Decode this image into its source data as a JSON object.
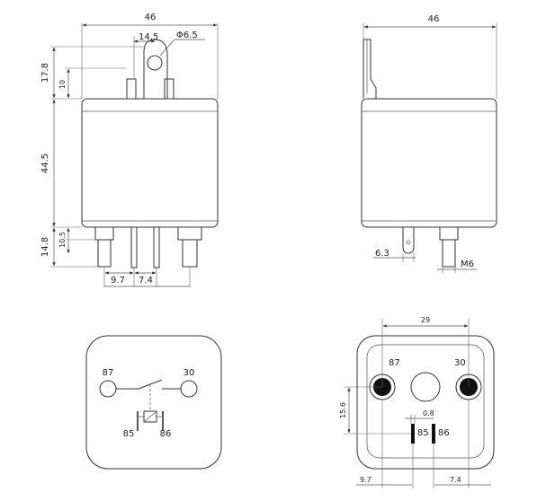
{
  "front_view": {
    "width_dim": "46",
    "tab_offset_dim": "14.5",
    "hole_dim": "Φ6.5",
    "top_height_dim": "17.8",
    "tab_height_dim": "10",
    "body_height_dim": "44.5",
    "pin_length_dim": "14.8",
    "pin_short_dim": "10.5",
    "pin_spacing_left_dim": "9.7",
    "pin_spacing_right_dim": "7.4"
  },
  "side_view": {
    "width_dim": "46",
    "tab_dim": "6.3",
    "stud_dim": "M6"
  },
  "schematic": {
    "terminal_87": "87",
    "terminal_30": "30",
    "terminal_85": "85",
    "terminal_86": "86"
  },
  "bottom_view": {
    "spacing_dim": "29",
    "vertical_dim": "15.6",
    "gap_dim": "0.8",
    "left_offset_dim": "9.7",
    "right_offset_dim": "7.4",
    "terminal_87": "87",
    "terminal_30": "30",
    "terminal_85": "85",
    "terminal_86": "86"
  }
}
